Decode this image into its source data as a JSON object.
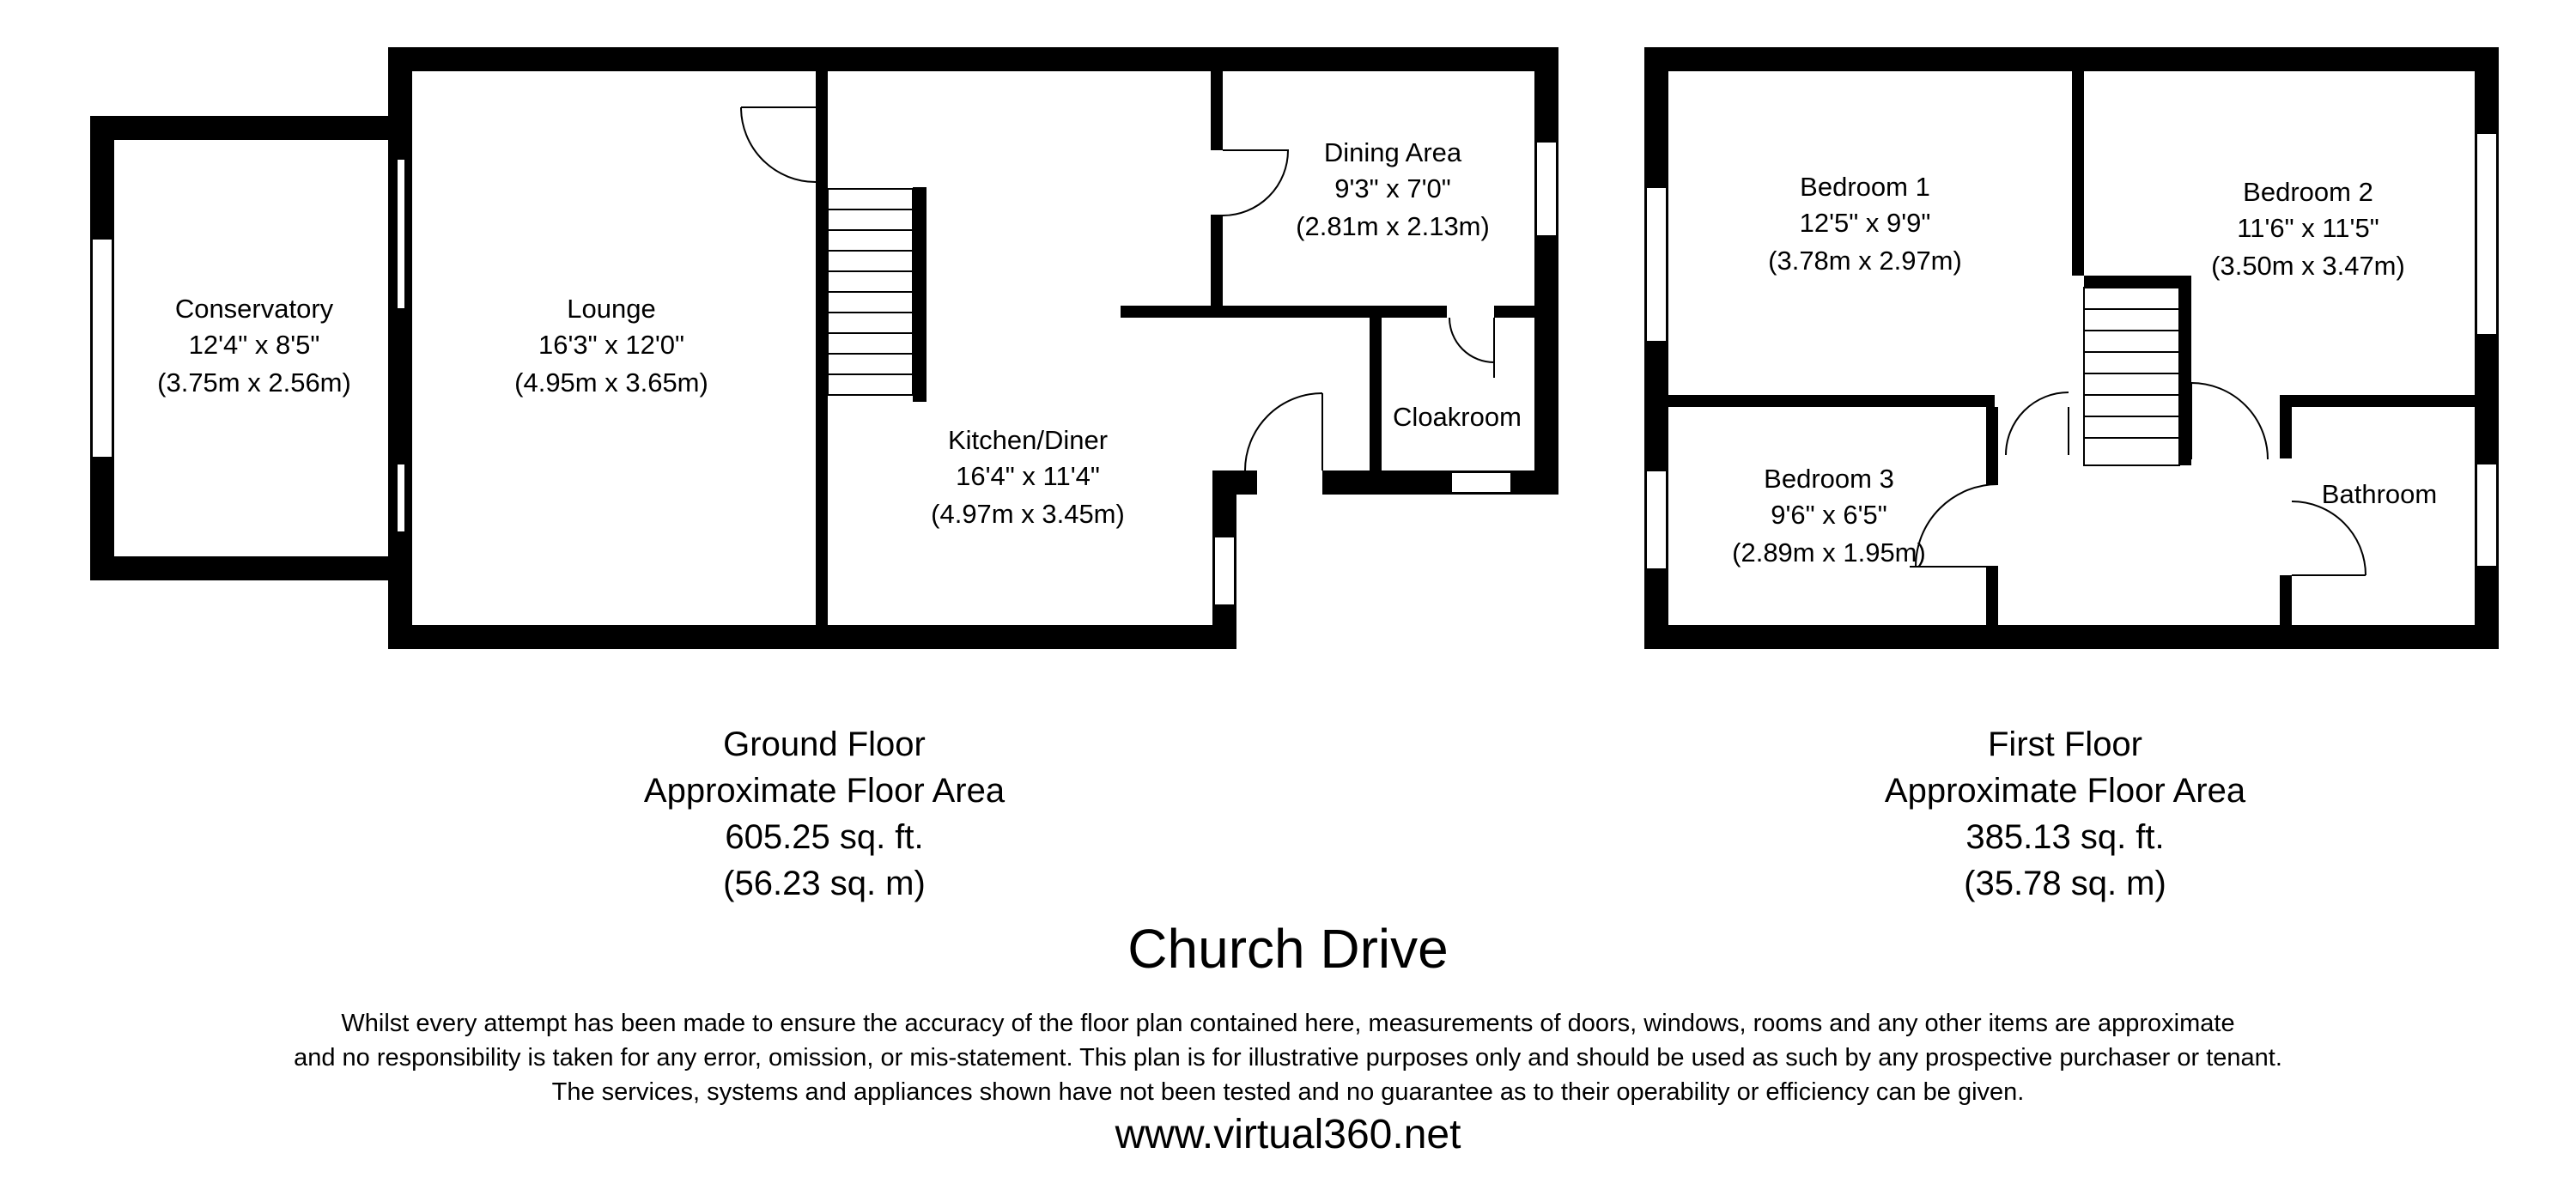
{
  "ground_floor": {
    "rooms": [
      {
        "name": "Conservatory",
        "dims_imperial": "12'4\" x 8'5\"",
        "dims_metric": "(3.75m x 2.56m)"
      },
      {
        "name": "Lounge",
        "dims_imperial": "16'3\" x 12'0\"",
        "dims_metric": "(4.95m x 3.65m)"
      },
      {
        "name": "Kitchen/Diner",
        "dims_imperial": "16'4\" x 11'4\"",
        "dims_metric": "(4.97m x 3.45m)"
      },
      {
        "name": "Dining Area",
        "dims_imperial": "9'3\" x 7'0\"",
        "dims_metric": "(2.81m x 2.13m)"
      },
      {
        "name": "Cloakroom"
      }
    ],
    "summary": {
      "floor": "Ground Floor",
      "label": "Approximate Floor Area",
      "area_imperial": "605.25 sq. ft.",
      "area_metric": "(56.23 sq. m)"
    }
  },
  "first_floor": {
    "rooms": [
      {
        "name": "Bedroom 1",
        "dims_imperial": "12'5\" x 9'9\"",
        "dims_metric": "(3.78m x 2.97m)"
      },
      {
        "name": "Bedroom 2",
        "dims_imperial": "11'6\" x 11'5\"",
        "dims_metric": "(3.50m x 3.47m)"
      },
      {
        "name": "Bedroom 3",
        "dims_imperial": "9'6\" x 6'5\"",
        "dims_metric": "(2.89m x 1.95m)"
      },
      {
        "name": "Bathroom"
      }
    ],
    "summary": {
      "floor": "First Floor",
      "label": "Approximate Floor Area",
      "area_imperial": "385.13 sq. ft.",
      "area_metric": "(35.78 sq. m)"
    }
  },
  "title": "Church Drive",
  "disclaimer": [
    "Whilst every attempt has been made to ensure the accuracy of the floor plan contained here, measurements of doors, windows, rooms and any other items are approximate",
    "and no responsibility is taken for any error, omission, or mis-statement. This plan is for illustrative purposes only and should be used as such by any prospective purchaser or tenant.",
    "The services, systems and appliances shown have not been tested and no guarantee as to their operability or efficiency can be given."
  ],
  "website": "www.virtual360.net",
  "colors": {
    "walls": "#000000",
    "background": "#ffffff"
  }
}
